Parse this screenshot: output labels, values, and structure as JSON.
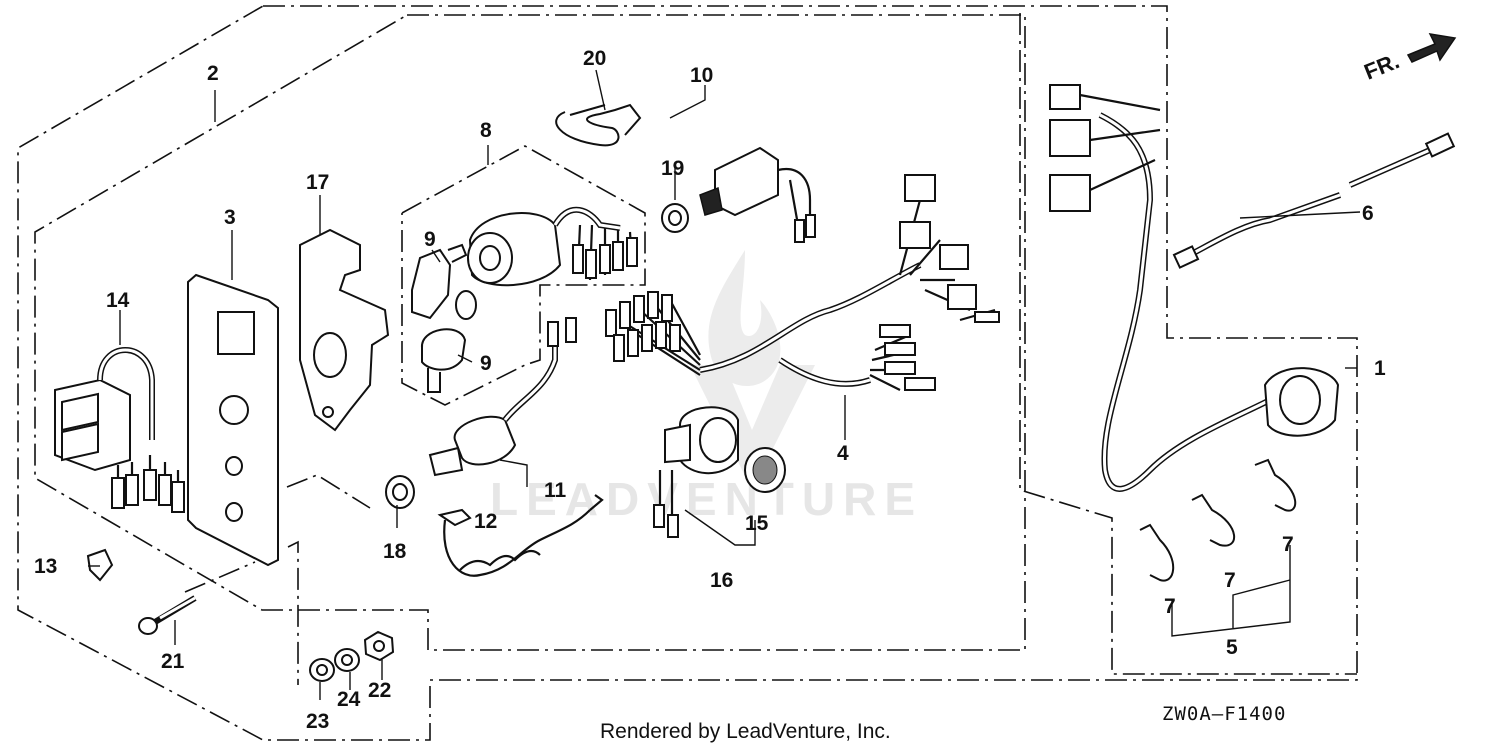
{
  "diagram": {
    "callouts": [
      {
        "id": "1",
        "label": "1"
      },
      {
        "id": "2",
        "label": "2"
      },
      {
        "id": "3",
        "label": "3"
      },
      {
        "id": "4",
        "label": "4"
      },
      {
        "id": "5",
        "label": "5"
      },
      {
        "id": "6",
        "label": "6"
      },
      {
        "id": "7a",
        "label": "7"
      },
      {
        "id": "7b",
        "label": "7"
      },
      {
        "id": "7c",
        "label": "7"
      },
      {
        "id": "8",
        "label": "8"
      },
      {
        "id": "9a",
        "label": "9"
      },
      {
        "id": "9b",
        "label": "9"
      },
      {
        "id": "10",
        "label": "10"
      },
      {
        "id": "11",
        "label": "11"
      },
      {
        "id": "12",
        "label": "12"
      },
      {
        "id": "13",
        "label": "13"
      },
      {
        "id": "14",
        "label": "14"
      },
      {
        "id": "15",
        "label": "15"
      },
      {
        "id": "16",
        "label": "16"
      },
      {
        "id": "17",
        "label": "17"
      },
      {
        "id": "18",
        "label": "18"
      },
      {
        "id": "19",
        "label": "19"
      },
      {
        "id": "20",
        "label": "20"
      },
      {
        "id": "21",
        "label": "21"
      },
      {
        "id": "22",
        "label": "22"
      },
      {
        "id": "23",
        "label": "23"
      },
      {
        "id": "24",
        "label": "24"
      }
    ],
    "direction_label": "FR.",
    "diagram_code": "ZW0A—F1400",
    "watermark": "LEADVENTURE"
  },
  "footer": {
    "rendered_by": "Rendered by LeadVenture, Inc."
  },
  "colors": {
    "line": "#111111",
    "watermark": "#e6e6e6",
    "background": "#ffffff"
  }
}
